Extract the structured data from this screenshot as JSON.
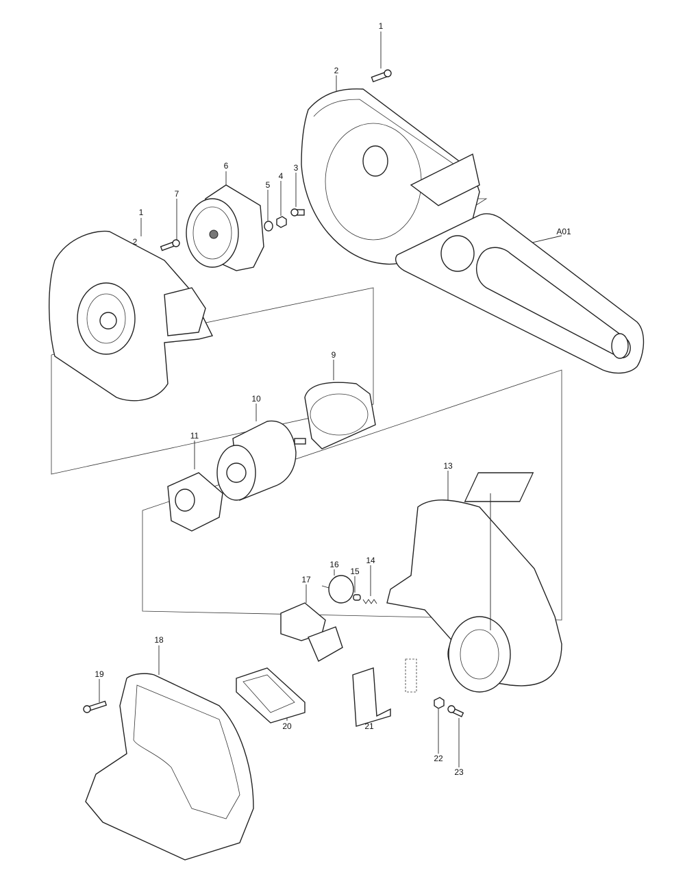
{
  "diagram": {
    "type": "exploded parts diagram",
    "labels": {
      "p1_top": "1",
      "p2_top": "2",
      "p3": "3",
      "p4": "4",
      "p5": "5",
      "p6": "6",
      "p7": "7",
      "p1_left": "1",
      "p2_left": "2",
      "a01": "A01",
      "p9": "9",
      "p10": "10",
      "p11": "11",
      "p13": "13",
      "p14": "14",
      "p15": "15",
      "p16": "16",
      "p17": "17",
      "p18": "18",
      "p19": "19",
      "p20": "20",
      "p21": "21",
      "p22": "22",
      "p23": "23"
    }
  }
}
